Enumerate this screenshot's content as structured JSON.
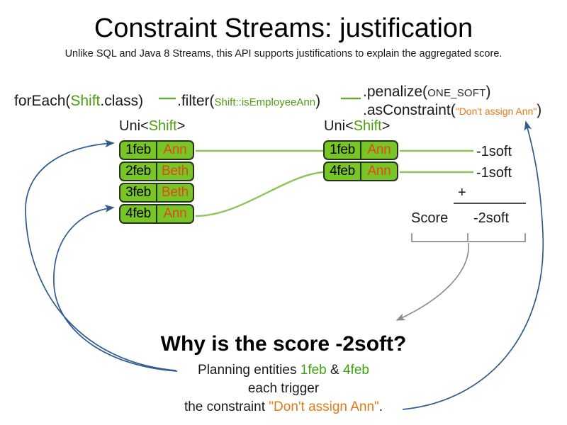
{
  "slide": {
    "title": "Constraint Streams: justification",
    "subtitle": "Unlike SQL and Java 8 Streams, this API supports justifications to explain the aggregated score."
  },
  "pipeline": {
    "foreach": {
      "call": "forEach(",
      "type": "Shift",
      "tail": ".class)"
    },
    "filter": {
      "call": ".filter(",
      "arg": "Shift::isEmployeeAnn",
      "tail": ")"
    },
    "penalize": {
      "call": ".penalize(",
      "arg": "ONE_SOFT",
      "tail": ")"
    },
    "as_constraint": {
      "call": ".asConstraint(",
      "arg": "\"Don't assign Ann\"",
      "tail": ")"
    }
  },
  "streams": {
    "left": {
      "label_prefix": "Uni<",
      "label_type": "Shift",
      "label_suffix": ">",
      "rows": [
        {
          "date": "1feb",
          "name": "Ann"
        },
        {
          "date": "2feb",
          "name": "Beth"
        },
        {
          "date": "3feb",
          "name": "Beth"
        },
        {
          "date": "4feb",
          "name": "Ann"
        }
      ]
    },
    "right": {
      "label_prefix": "Uni<",
      "label_type": "Shift",
      "label_suffix": ">",
      "rows": [
        {
          "date": "1feb",
          "name": "Ann"
        },
        {
          "date": "4feb",
          "name": "Ann"
        }
      ]
    }
  },
  "score": {
    "impacts": [
      "-1soft",
      "-1soft"
    ],
    "operator": "+",
    "label": "Score",
    "total": "-2soft"
  },
  "explanation": {
    "heading": "Why is the score -2soft?",
    "line1_prefix": "Planning entities ",
    "line1_entity_a": "1feb",
    "line1_amp": " & ",
    "line1_entity_b": "4feb",
    "line2": "each trigger",
    "line3_prefix": "the constraint ",
    "line3_constraint": "\"Don't assign Ann\"",
    "line3_suffix": "."
  },
  "colors": {
    "card_fill": "#78c528",
    "card_border": "#24331a",
    "name_text": "#e2481a",
    "type_green": "#4b9e0b",
    "constraint_orange": "#e07a18",
    "flow_green": "#8fc45a",
    "arrow_blue": "#2e5a8e",
    "brace_gray": "#9a9a9a"
  }
}
